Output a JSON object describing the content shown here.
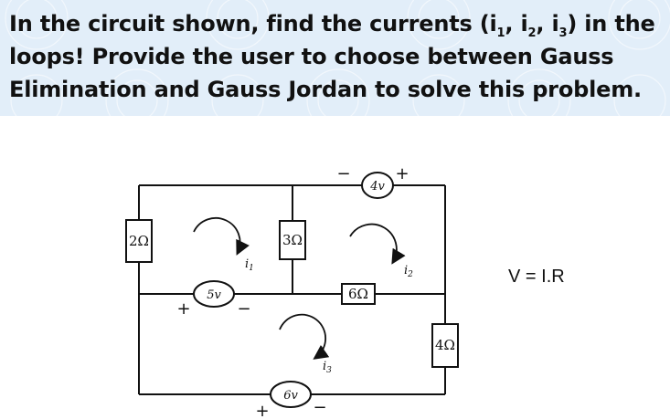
{
  "question": {
    "part1": "In the circuit shown, find the currents (i",
    "sub1": "1",
    "sep1": ", i",
    "sub2": "2",
    "sep2": ", i",
    "sub3": "3",
    "part2": ") in the loops! Provide the user to choose between Gauss Elimination and Gauss Jordan to solve this problem."
  },
  "formula": "V = I.R",
  "circuit": {
    "resistors": {
      "r_left": "2Ω",
      "r_center": "3Ω",
      "r_mid": "6Ω",
      "r_right": "4Ω"
    },
    "sources": {
      "top": "4v",
      "middle": "5v",
      "bottom": "6v"
    },
    "currents": {
      "i1": {
        "base": "i",
        "sub": "1"
      },
      "i2": {
        "base": "i",
        "sub": "2"
      },
      "i3": {
        "base": "i",
        "sub": "3"
      }
    },
    "signs": {
      "plus": "+",
      "minus": "−"
    }
  },
  "colors": {
    "banner_background": "#e2eef9",
    "text": "#111111"
  }
}
